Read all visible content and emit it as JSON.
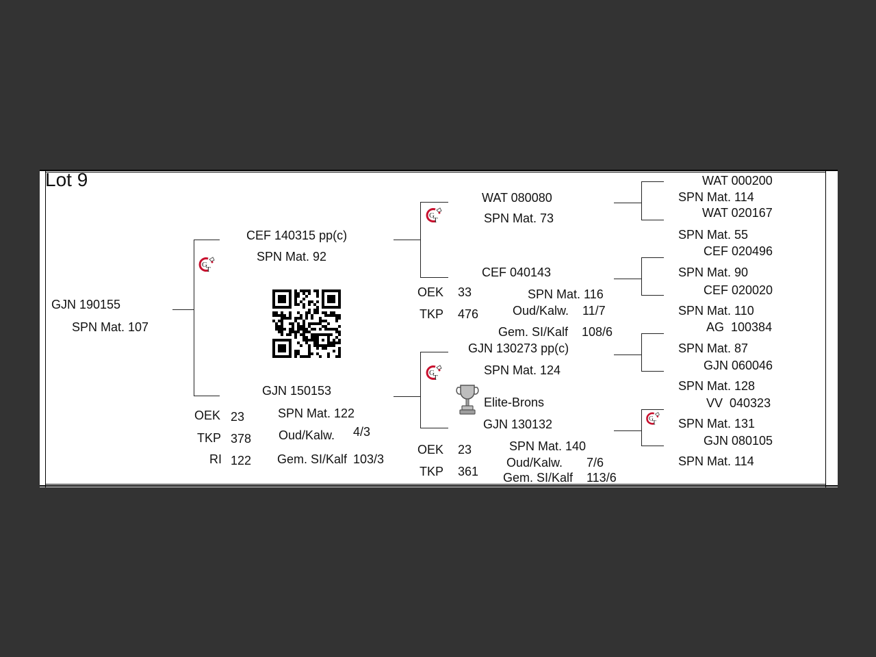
{
  "lot": "Lot 9",
  "animal": {
    "id": "GJN 190155",
    "mat": "SPN Mat. 107"
  },
  "sire": {
    "id": "CEF 140315  pp(c)",
    "mat": "SPN Mat. 92"
  },
  "dam": {
    "id": "GJN 150153",
    "mat": "SPN Mat. 122",
    "oud_kalw_label": "Oud/Kalw.",
    "oud_kalw": "4/3",
    "gem_label": "Gem. SI/Kalf",
    "gem": "103/3",
    "stats": [
      {
        "label": "OEK",
        "value": "23"
      },
      {
        "label": "TKP",
        "value": "378"
      },
      {
        "label": "RI",
        "value": "122"
      }
    ]
  },
  "sire_sire": {
    "id": "WAT 080080",
    "mat": "SPN Mat. 73"
  },
  "sire_dam": {
    "id": "CEF 040143",
    "mat": "SPN Mat. 116",
    "oud_kalw_label": "Oud/Kalw.",
    "oud_kalw": "11/7",
    "gem_label": "Gem. SI/Kalf",
    "gem": "108/6",
    "stats": [
      {
        "label": "OEK",
        "value": "33"
      },
      {
        "label": "TKP",
        "value": "476"
      }
    ]
  },
  "dam_sire": {
    "id": "GJN 130273  pp(c)",
    "mat": "SPN Mat. 124"
  },
  "dam_dam": {
    "award": "Elite-Brons",
    "id": "GJN 130132",
    "mat": "SPN Mat. 140",
    "oud_kalw_label": "Oud/Kalw.",
    "oud_kalw": "7/6",
    "gem_label": "Gem. SI/Kalf",
    "gem": "113/6",
    "stats": [
      {
        "label": "OEK",
        "value": "23"
      },
      {
        "label": "TKP",
        "value": "361"
      }
    ]
  },
  "ggp": [
    {
      "id": "WAT 000200",
      "mat": "SPN Mat. 114"
    },
    {
      "id": "WAT 020167",
      "mat": "SPN Mat. 55"
    },
    {
      "id": "CEF 020496",
      "mat": "SPN Mat. 90"
    },
    {
      "id": "CEF 020020",
      "mat": "SPN Mat. 110"
    },
    {
      "id": "AG  100384",
      "mat": "SPN Mat. 87"
    },
    {
      "id": "GJN 060046",
      "mat": "SPN Mat. 128"
    },
    {
      "id": "VV  040323",
      "mat": "SPN Mat. 131"
    },
    {
      "id": "GJN 080105",
      "mat": "SPN Mat. 114"
    }
  ],
  "icons": {
    "gt_logo": "gt-logo-icon",
    "qr": "qr-code",
    "trophy": "trophy-icon"
  },
  "colors": {
    "background": "#333333",
    "sheet": "#ffffff",
    "logo_red": "#c8102e"
  }
}
